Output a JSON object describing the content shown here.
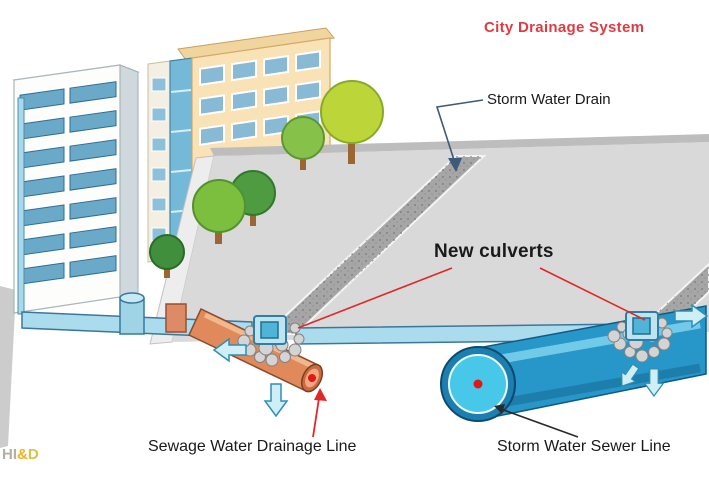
{
  "title": "City Drainage System",
  "labels": {
    "storm_water_drain": "Storm Water Drain",
    "new_culverts": "New culverts",
    "sewage_line": "Sewage Water Drainage Line",
    "storm_sewer_line": "Storm Water Sewer Line"
  },
  "watermark": {
    "hi": "HI",
    "amp": "&",
    "d": "D"
  },
  "colors": {
    "title_red": "#e03a44",
    "callout_red": "#e02828",
    "leader_dark": "#3d5a78",
    "water_cyan": "#48c8e8",
    "storm_pipe_blue": "#2796c8",
    "sewage_pipe_orange": "#e08a5c",
    "road_gray": "#d9d9d9",
    "drain_strip_gray": "#a6a6a6",
    "tree_green": "#7cbf3f",
    "building_cream": "#f8e2b6"
  }
}
